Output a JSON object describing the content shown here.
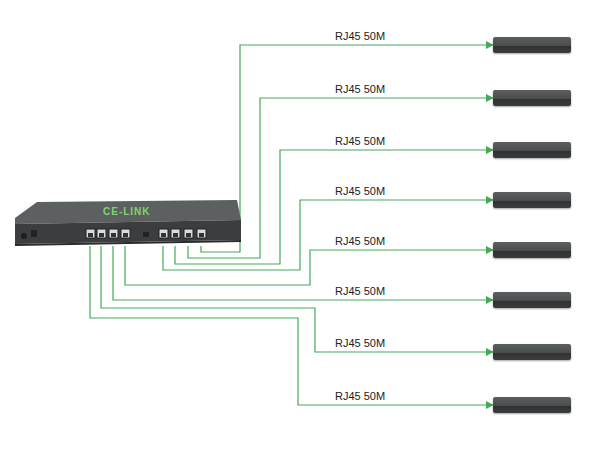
{
  "diagram": {
    "nodes": [
      {
        "text": [
          "CE-LINK"
        ]
      },
      {
        "text": []
      },
      {
        "text": []
      },
      {
        "text": []
      },
      {
        "text": []
      },
      {
        "text": []
      },
      {
        "text": []
      },
      {
        "text": []
      },
      {
        "text": []
      }
    ],
    "edges": [
      {
        "from": 0,
        "to": 1,
        "label": "RJ45 50M",
        "arrow": "to"
      },
      {
        "from": 0,
        "to": 2,
        "label": "RJ45 50M",
        "arrow": "to"
      },
      {
        "from": 0,
        "to": 3,
        "label": "RJ45 50M",
        "arrow": "to"
      },
      {
        "from": 0,
        "to": 4,
        "label": "RJ45 50M",
        "arrow": "to"
      },
      {
        "from": 0,
        "to": 5,
        "label": "RJ45 50M",
        "arrow": "to"
      },
      {
        "from": 0,
        "to": 6,
        "label": "RJ45 50M",
        "arrow": "to"
      },
      {
        "from": 0,
        "to": 7,
        "label": "RJ45 50M",
        "arrow": "to"
      },
      {
        "from": 0,
        "to": 8,
        "label": "RJ45 50M",
        "arrow": "to"
      }
    ]
  }
}
